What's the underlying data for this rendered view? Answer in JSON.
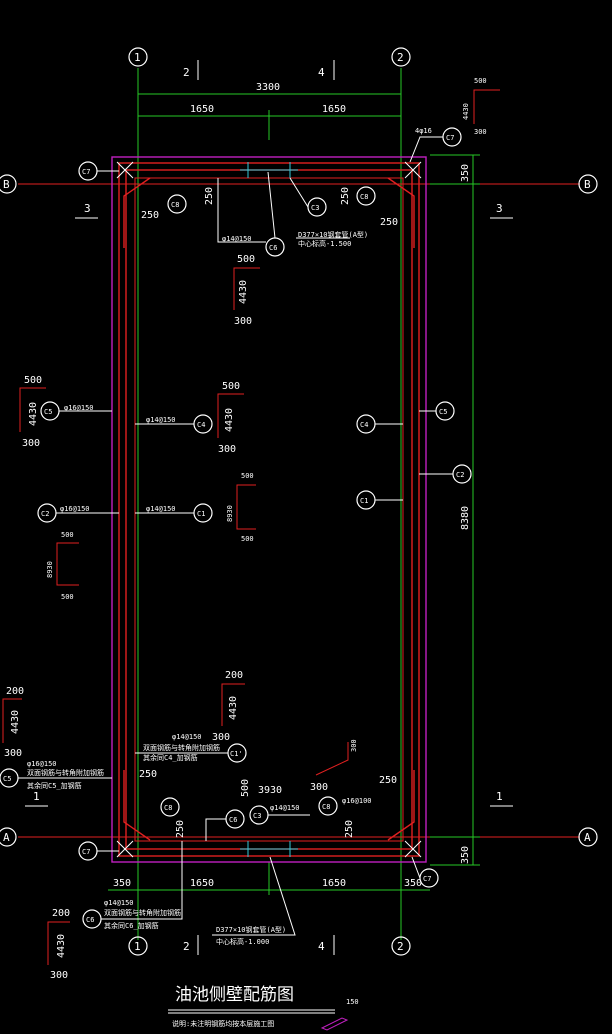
{
  "title": "油池侧壁配筋图",
  "title_scale": "150",
  "title_note": "说明:未注明钢筋均按本层施工图",
  "axes": {
    "a1": "1",
    "a4": "4",
    "aA": "A",
    "aB": "B",
    "s2": "2",
    "s4": "4",
    "s1": "1",
    "s3": "3"
  },
  "dims": {
    "top_total": "3300",
    "half": "1650",
    "right_total": "8380",
    "side_350": "350",
    "d250": "250",
    "d3930": "3930",
    "d300": "300"
  },
  "tags": {
    "C1": "C1",
    "C2": "C2",
    "C3": "C3",
    "C4": "C4",
    "C5": "C5",
    "C6": "C6",
    "C7": "C7",
    "C8": "C8",
    "C1p": "C1'"
  },
  "rebar": {
    "r_top": "4φ16",
    "r_d14_150": "φ14@150",
    "r_d16_150": "φ16@150",
    "r_d14_150b": "φ14@150",
    "r_d16_100": "φ16@100",
    "note_top1": "D377×10钢套管(A型)",
    "note_top2": "中心标高-1.500",
    "note_bot1": "D377×10钢套管(A型)",
    "note_bot2": "中心标高-1.000",
    "note_left1": "双面钢筋与转角附加钢筋",
    "note_left2": "其余同C5_加钢筋",
    "note_mid1": "双面钢筋与转角附加钢筋",
    "note_mid2": "其余同C4_加钢筋",
    "note_bl1": "其余同C6_加钢筋"
  },
  "shapes": {
    "s500": "500",
    "s4430": "4430",
    "s300": "300",
    "s200": "200",
    "s8930": "8930",
    "s8930b": "8930"
  }
}
